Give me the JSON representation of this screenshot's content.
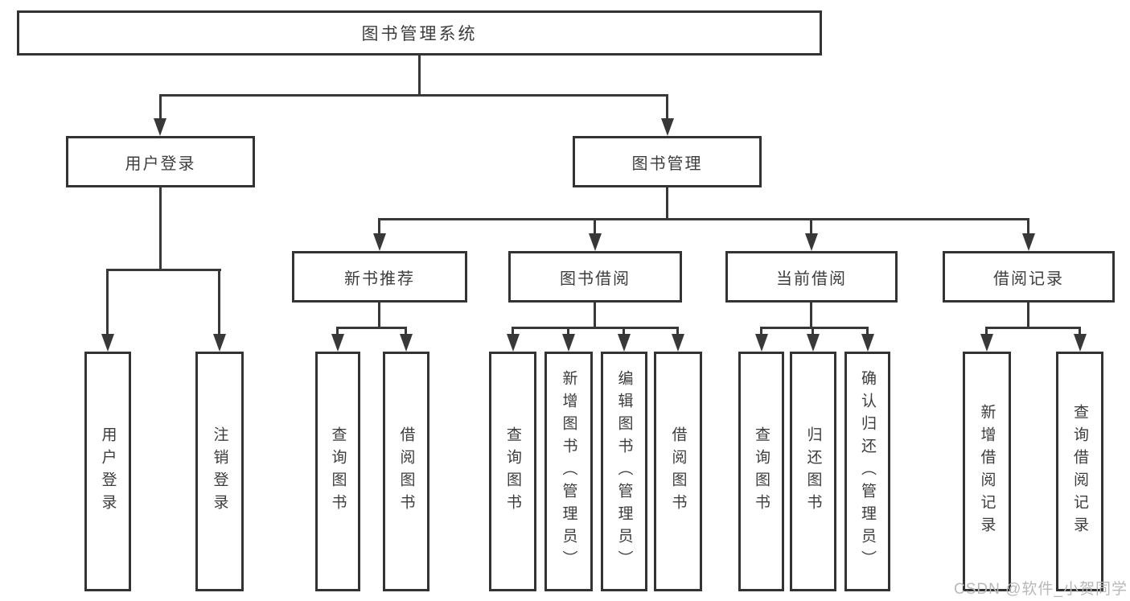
{
  "colors": {
    "line": "#383838",
    "box_border": "#333333",
    "box_fill": "#ffffff",
    "text": "#3d3d3d",
    "watermark": "#b8b8b8"
  },
  "watermark": "CSDN @软件_小贺同学",
  "tree": {
    "root": {
      "label": "图书管理系统"
    },
    "branches": [
      {
        "label": "用户登录",
        "children": [
          {
            "label": "用户登录"
          },
          {
            "label": "注销登录"
          }
        ]
      },
      {
        "label": "图书管理",
        "children": [
          {
            "label": "新书推荐",
            "children": [
              {
                "label": "查询图书"
              },
              {
                "label": "借阅图书"
              }
            ]
          },
          {
            "label": "图书借阅",
            "children": [
              {
                "label": "查询图书"
              },
              {
                "label": "新增图书（管理员）"
              },
              {
                "label": "编辑图书（管理员）"
              },
              {
                "label": "借阅图书"
              }
            ]
          },
          {
            "label": "当前借阅",
            "children": [
              {
                "label": "查询图书"
              },
              {
                "label": "归还图书"
              },
              {
                "label": "确认归还（管理员）"
              }
            ]
          },
          {
            "label": "借阅记录",
            "children": [
              {
                "label": "新增借阅记录"
              },
              {
                "label": "查询借阅记录"
              }
            ]
          }
        ]
      }
    ]
  }
}
